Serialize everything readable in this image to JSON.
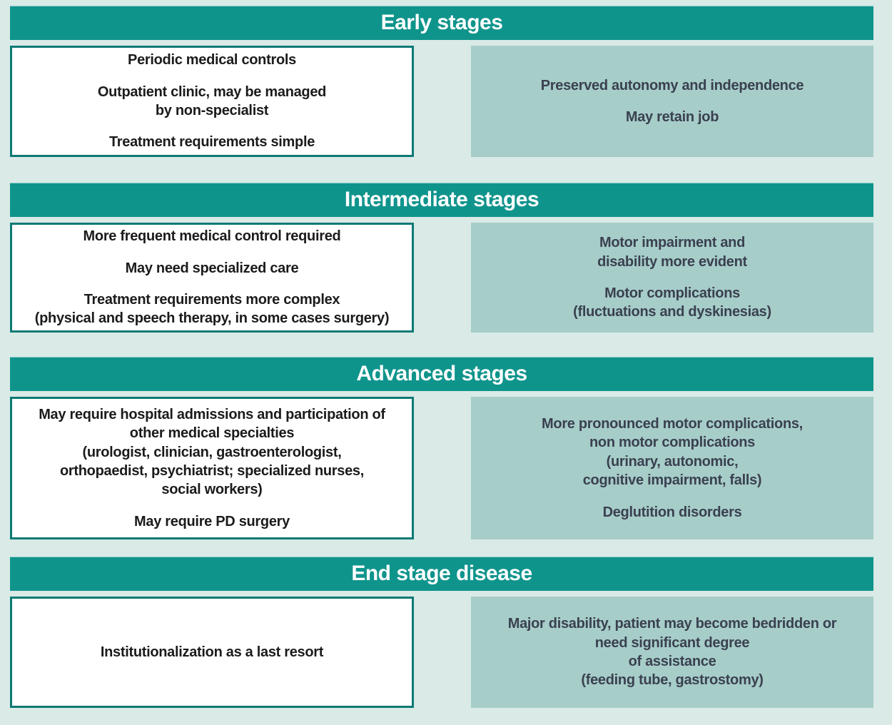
{
  "palette": {
    "page_background": "#d9eae7",
    "header_teal": "#0f948c",
    "box_border_teal": "#0c7a74",
    "status_box_teal": "#a7cdc9",
    "care_text_color": "#1b1b1d",
    "status_text_color": "#3a4150",
    "header_text_color": "#ffffff"
  },
  "sections": [
    {
      "title": "Early stages",
      "left_paragraphs": [
        "Periodic medical controls",
        "Outpatient clinic, may be managed\nby non-specialist",
        "Treatment requirements simple"
      ],
      "right_paragraphs": [
        "Preserved autonomy and independence",
        "May retain job"
      ]
    },
    {
      "title": "Intermediate stages",
      "left_paragraphs": [
        "More frequent medical control required",
        "May need specialized care",
        "Treatment requirements more complex\n(physical and speech therapy, in some cases surgery)"
      ],
      "right_paragraphs": [
        "Motor impairment and\ndisability more evident",
        "Motor complications\n(fluctuations and dyskinesias)"
      ]
    },
    {
      "title": "Advanced stages",
      "left_paragraphs": [
        "May require hospital admissions and participation of\nother medical specialties\n(urologist, clinician, gastroenterologist,\northopaedist, psychiatrist; specialized nurses,\nsocial workers)",
        "May require PD surgery"
      ],
      "right_paragraphs": [
        "More pronounced motor complications,\nnon motor complications\n(urinary, autonomic,\ncognitive impairment, falls)",
        "Deglutition disorders"
      ]
    },
    {
      "title": "End stage disease",
      "left_paragraphs": [
        "Institutionalization as a last resort"
      ],
      "right_paragraphs": [
        "Major disability, patient may become bedridden or\nneed significant degree\nof assistance\n(feeding tube, gastrostomy)"
      ]
    }
  ]
}
